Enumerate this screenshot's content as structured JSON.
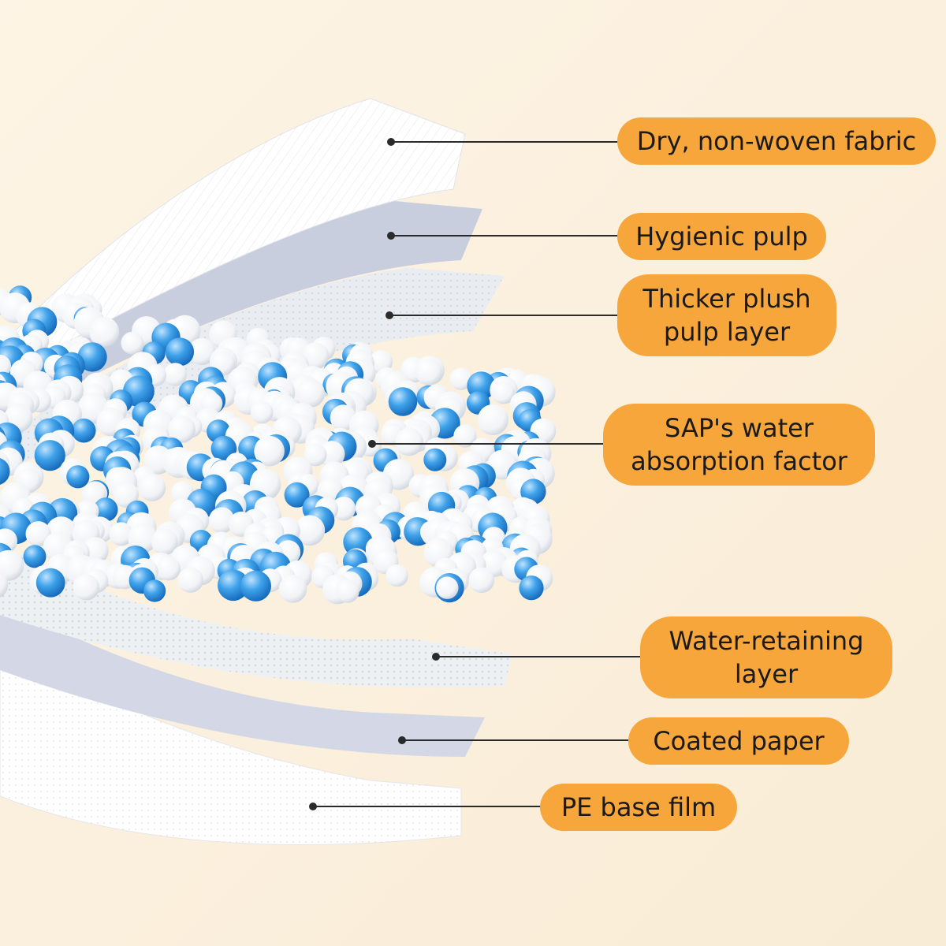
{
  "colors": {
    "background": "#fbefdc",
    "pill": "#f6a63b",
    "text": "#1a1a1a",
    "sap_blue": "#2f93dd",
    "bead_white": "#ffffff"
  },
  "layers": [
    {
      "id": "nonwoven",
      "lines": [
        "Dry, non-woven fabric"
      ]
    },
    {
      "id": "hygienic",
      "lines": [
        "Hygienic pulp"
      ]
    },
    {
      "id": "plush",
      "lines": [
        "Thicker plush",
        "pulp layer"
      ]
    },
    {
      "id": "sap",
      "lines": [
        "SAP's water",
        "absorption factor"
      ]
    },
    {
      "id": "retaining",
      "lines": [
        "Water-retaining",
        "layer"
      ]
    },
    {
      "id": "coated",
      "lines": [
        "Coated paper"
      ]
    },
    {
      "id": "pe",
      "lines": [
        "PE base film"
      ]
    }
  ]
}
